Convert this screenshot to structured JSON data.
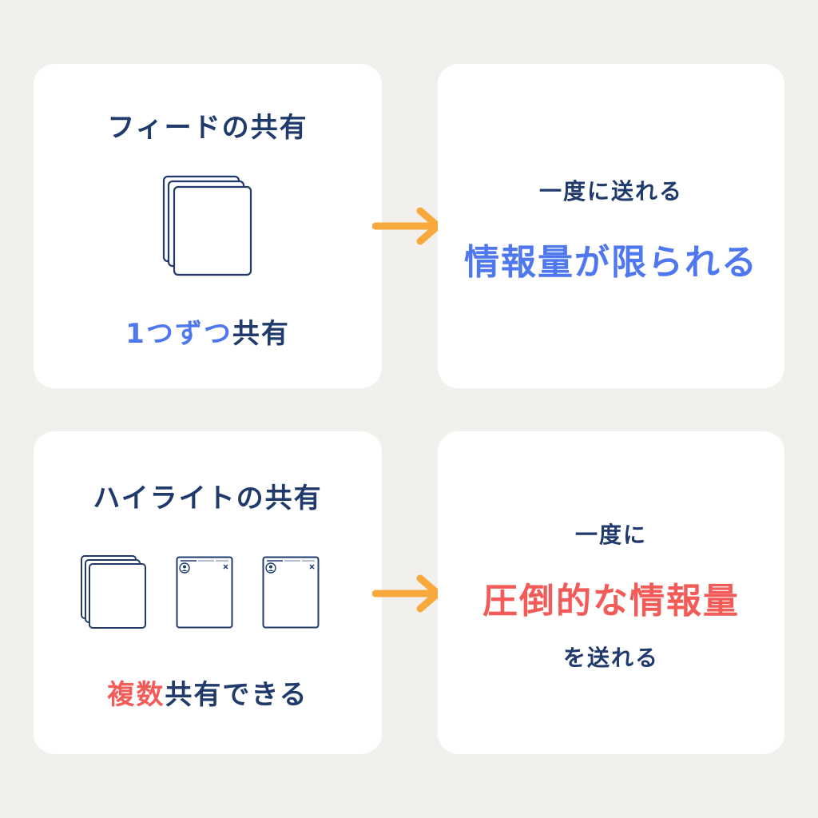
{
  "colors": {
    "background": "#f2f0ed",
    "card": "#ffffff",
    "navy": "#1f3a6b",
    "blue": "#4f78ee",
    "red": "#f25b57",
    "arrow": "#f7a93d"
  },
  "top_left": {
    "title": "フィードの共有",
    "caption_highlight": "1つずつ",
    "caption_rest": "共有",
    "icon": "stacked-pages-icon"
  },
  "top_right": {
    "line1": "一度に送れる",
    "line2": "情報量が限られる"
  },
  "bottom_left": {
    "title": "ハイライトの共有",
    "caption_highlight": "複数",
    "caption_rest": "共有できる",
    "icons": [
      "stacked-pages-icon",
      "story-card-icon",
      "story-card-icon"
    ]
  },
  "bottom_right": {
    "line1": "一度に",
    "line2": "圧倒的な情報量",
    "line3": "を送れる"
  },
  "arrow_icon": "right-arrow-icon"
}
